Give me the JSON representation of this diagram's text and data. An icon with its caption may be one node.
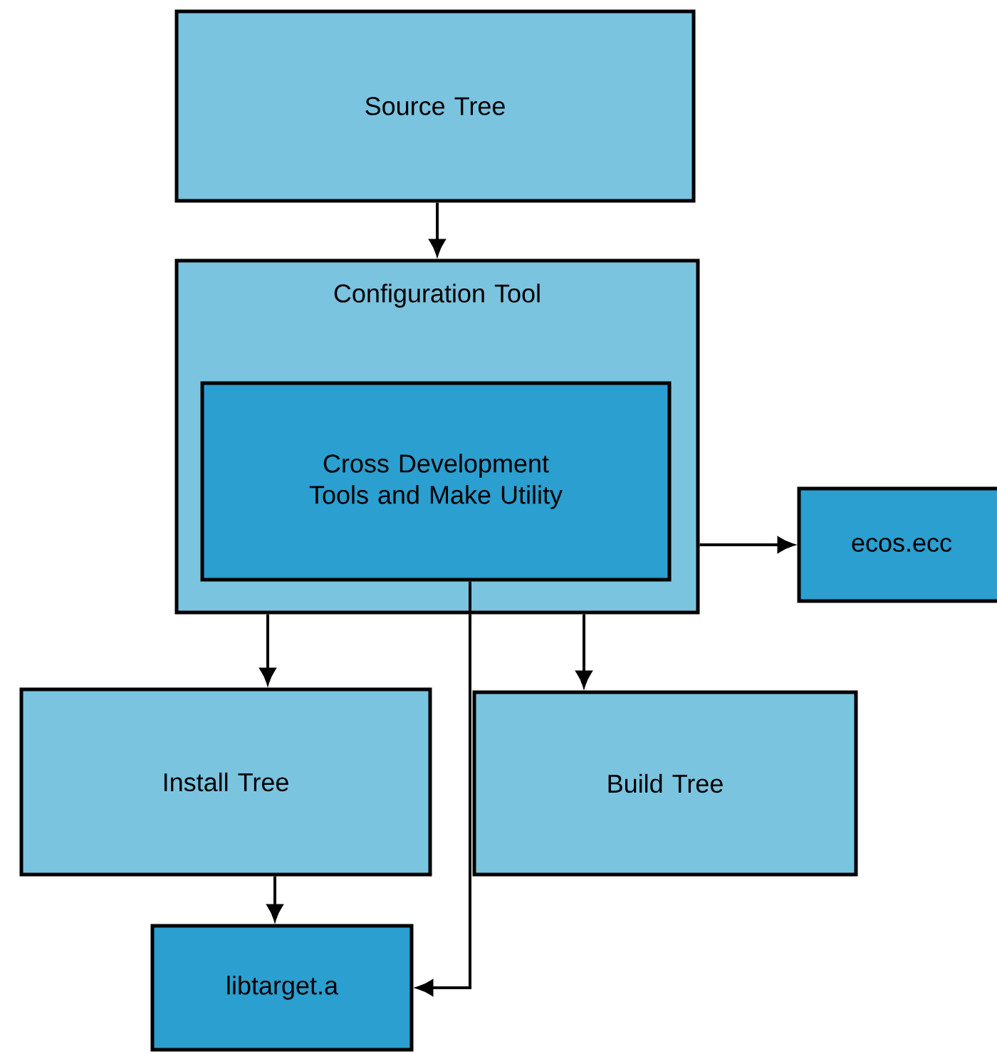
{
  "diagram": {
    "nodes": [
      {
        "text": [
          "Source Tree"
        ]
      },
      {
        "text": [
          "Configuration Tool"
        ]
      },
      {
        "text": [
          "Cross Development Tools and Make Utility"
        ],
        "in": 1
      },
      {
        "text": [
          "ecos.ecc"
        ]
      },
      {
        "text": [
          "Install Tree"
        ]
      },
      {
        "text": [
          "Build Tree"
        ]
      },
      {
        "text": [
          "libtarget.a"
        ]
      }
    ],
    "edges": [
      {
        "from": 0,
        "to": 1,
        "arrow": "to"
      },
      {
        "from": 1,
        "to": 3,
        "arrow": "to"
      },
      {
        "from": 1,
        "to": 4,
        "arrow": "to"
      },
      {
        "from": 1,
        "to": 5,
        "arrow": "to"
      },
      {
        "from": 4,
        "to": 6,
        "arrow": "to"
      },
      {
        "from": 2,
        "to": 6,
        "arrow": "to"
      }
    ]
  }
}
